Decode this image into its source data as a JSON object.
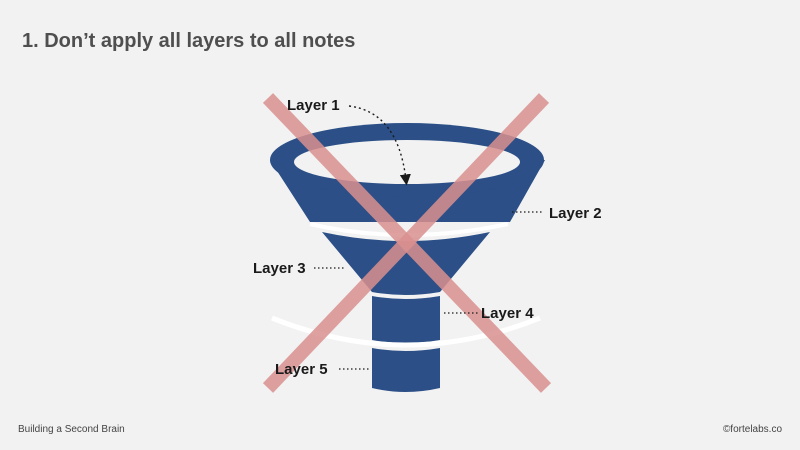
{
  "slide": {
    "title": "1. Don’t apply all layers to all notes"
  },
  "diagram": {
    "layers": [
      "Layer 1",
      "Layer 2",
      "Layer 3",
      "Layer 4",
      "Layer 5"
    ],
    "funnel_color": "#2b4f86",
    "cross_color": "#d98f8f"
  },
  "footer": {
    "left": "Building a Second Brain",
    "right": "©fortelabs.co"
  }
}
